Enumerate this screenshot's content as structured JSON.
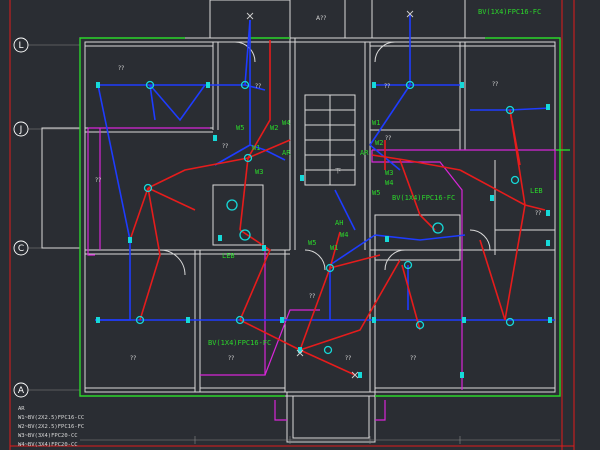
{
  "axis_markers": [
    "L",
    "J",
    "C",
    "A"
  ],
  "circuit_labels": {
    "feed_top": "BV(1X4)FPC16-FC",
    "feed_mid_right": "BV(1X4)FPC16-FC",
    "feed_bottom": "BV(1X4)FPC16-FC",
    "ar_top": "AR",
    "ar_mid": "AR",
    "ar_center": "AH",
    "w1_left": "W1",
    "w2_left": "W2",
    "w3_left": "W3",
    "w4_left": "W4",
    "w5_left": "W5",
    "w1_right": "W1",
    "w2_right": "W2",
    "w3_right": "W3",
    "w4_right": "W4",
    "w5_right": "W5",
    "w1_center": "W1",
    "w4_center": "W4",
    "w5_center": "W5",
    "leb_left": "LEB",
    "leb_right": "LEB"
  },
  "room_labels": {
    "top_stair": "A??",
    "room_nw": "??",
    "room_nw2": "??",
    "bath_nw": "??",
    "stair_c": "??",
    "bath_ne": "??",
    "room_ne": "??",
    "room_ne2": "??",
    "living_w": "??",
    "room_sw": "??",
    "room_sc": "??",
    "hall_c": "??",
    "room_se": "??",
    "room_se2": "??",
    "down_c": "下"
  },
  "legend": {
    "title": "AR",
    "line1": "W1~BV(2X2.5)FPC16-CC",
    "line2": "W2~BV(2X2.5)FPC16-FC",
    "line3": "W3~BV(3X4)FPC20-CC",
    "line4": "W4~BV(3X4)FPC20-CC"
  },
  "colors": {
    "background": "#2a2d33",
    "wall": "#d9d9d9",
    "outer_frame": "#e01b1b",
    "boundary": "#2bd62b",
    "zone": "#d826d8",
    "wire_red": "#e61c1c",
    "wire_blue": "#1e3cff",
    "fixture": "#16d9d9"
  }
}
